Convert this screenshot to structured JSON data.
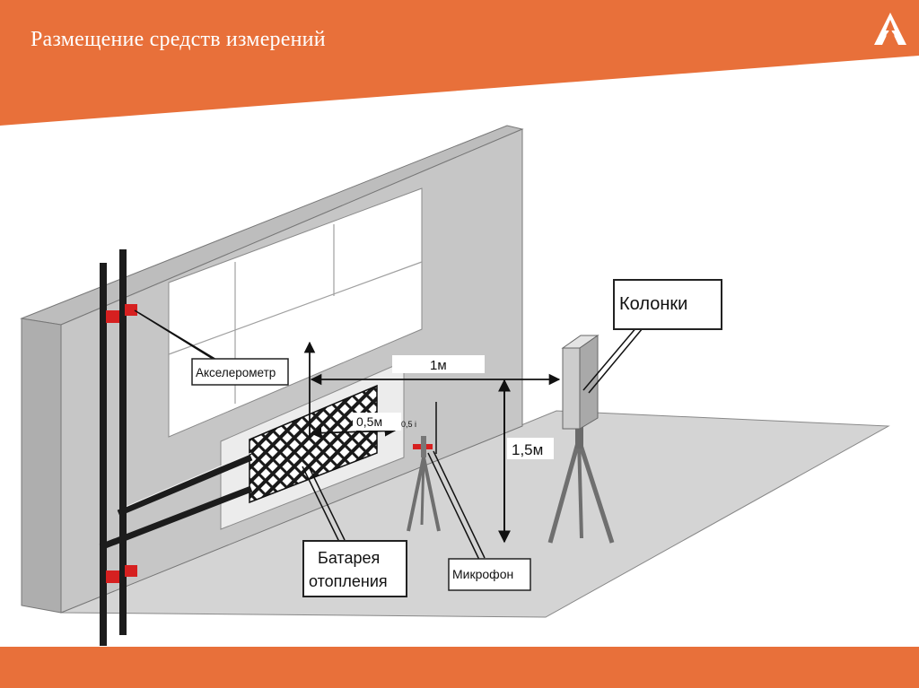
{
  "slide": {
    "title": "Размещение средств измерений",
    "brand_color": "#e8703a"
  },
  "diagram": {
    "labels": {
      "accelerometer": "Акселерометр",
      "speakers": "Колонки",
      "battery_line1": "Батарея",
      "battery_line2": "отопления",
      "microphone": "Микрофон"
    },
    "dimensions": {
      "distance_speaker": "1м",
      "distance_battery": "0,5м",
      "height": "1,5м",
      "faint_mark": "0,5 i"
    }
  }
}
